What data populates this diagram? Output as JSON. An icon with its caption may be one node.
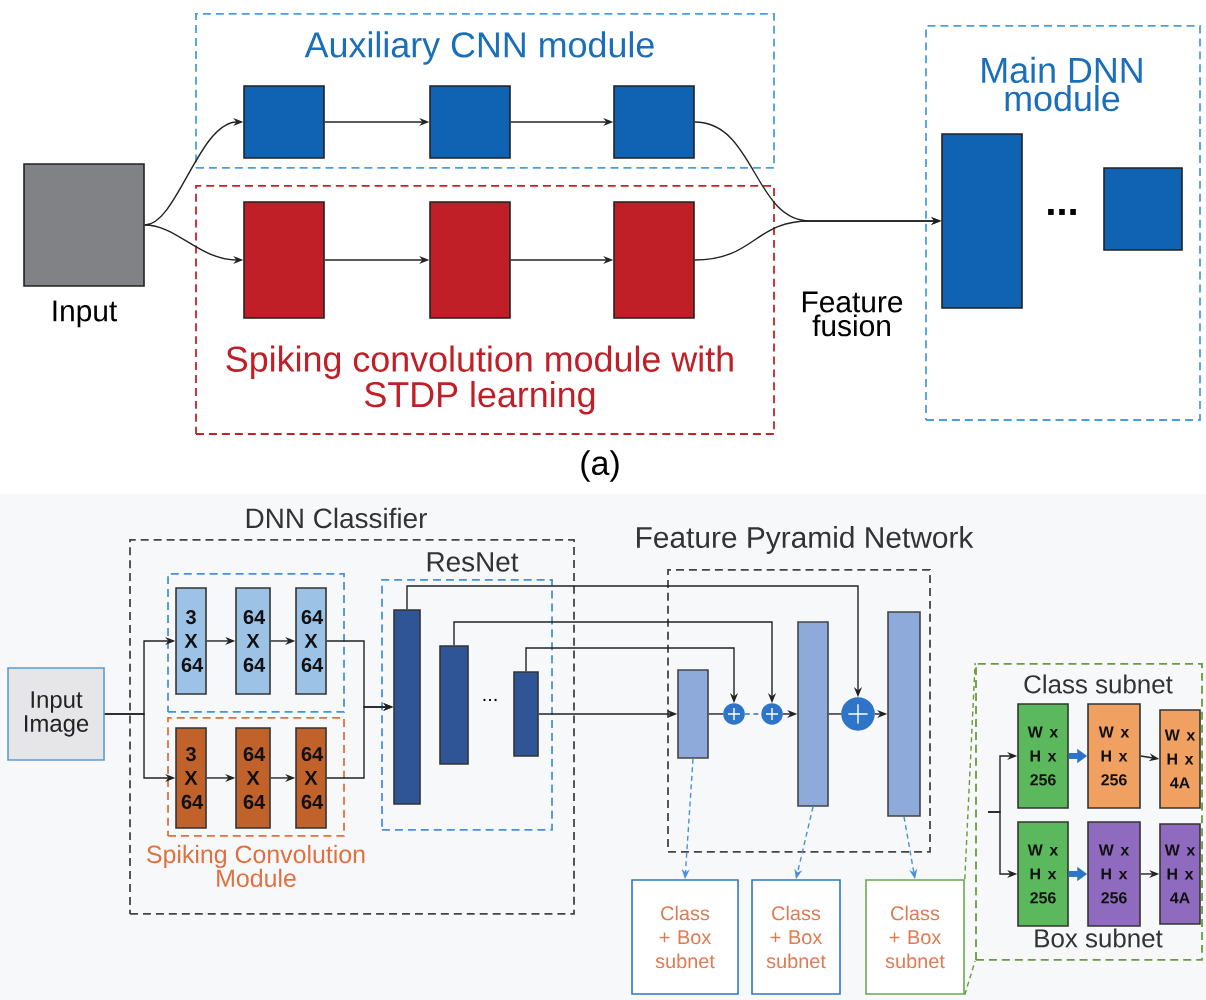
{
  "diagram": {
    "nodes": [
      {
        "text": [],
        "shape": "box",
        "beside": [
          "Input"
        ]
      },
      {
        "text": [
          "Auxiliary CNN module"
        ]
      },
      {
        "text": [],
        "shape": "box",
        "in": 1
      },
      {
        "text": [],
        "shape": "box",
        "in": 1
      },
      {
        "text": [],
        "shape": "box",
        "in": 1
      },
      {
        "text": [
          "Spiking convolution module with STDP learning"
        ]
      },
      {
        "text": [],
        "shape": "box",
        "in": 5
      },
      {
        "text": [],
        "shape": "box",
        "in": 5
      },
      {
        "text": [],
        "shape": "box",
        "in": 5
      },
      {
        "text": [
          "Main DNN module"
        ]
      },
      {
        "text": [],
        "shape": "box",
        "in": 9
      },
      {
        "text": [],
        "shape": "box",
        "in": 9
      },
      {
        "text": [
          "DNN Classifier"
        ]
      },
      {
        "text": [
          "Input Image"
        ]
      },
      {
        "text": [],
        "shape": "box",
        "in": 12
      },
      {
        "text": [
          "3 X 64"
        ],
        "in": 14
      },
      {
        "text": [
          "64 X 64"
        ],
        "in": 14
      },
      {
        "text": [
          "64 X 64"
        ],
        "in": 14
      },
      {
        "text": [
          "Spiking Convolution Module"
        ],
        "in": 12
      },
      {
        "text": [
          "3 X 64"
        ],
        "in": 18
      },
      {
        "text": [
          "64 X 64"
        ],
        "in": 18
      },
      {
        "text": [
          "64 X 64"
        ],
        "in": 18
      },
      {
        "text": [
          "ResNet"
        ],
        "in": 12
      },
      {
        "text": [],
        "shape": "bar",
        "in": 22
      },
      {
        "text": [],
        "shape": "bar",
        "in": 22
      },
      {
        "text": [],
        "shape": "bar",
        "in": 22
      },
      {
        "text": [
          "Feature Pyramid Network"
        ]
      },
      {
        "text": [],
        "shape": "bar",
        "in": 26
      },
      {
        "text": [],
        "shape": "circle",
        "in": 26
      },
      {
        "text": [],
        "shape": "circle",
        "in": 26
      },
      {
        "text": [],
        "shape": "bar",
        "in": 26
      },
      {
        "text": [],
        "shape": "circle",
        "in": 26
      },
      {
        "text": [],
        "shape": "bar",
        "in": 26
      },
      {
        "text": [
          "Class + Box subnet"
        ]
      },
      {
        "text": [
          "Class + Box subnet"
        ]
      },
      {
        "text": [
          "Class + Box subnet"
        ]
      },
      {
        "text": [
          "Class subnet",
          "Box subnet"
        ]
      },
      {
        "text": [
          "W x H x 256"
        ],
        "in": 36
      },
      {
        "text": [
          "W x H x 256"
        ],
        "in": 36
      },
      {
        "text": [
          "W x H x 4A"
        ],
        "in": 36
      },
      {
        "text": [
          "W x H x 256"
        ],
        "in": 36
      },
      {
        "text": [
          "W x H x 256"
        ],
        "in": 36
      },
      {
        "text": [
          "W x H x 4A"
        ],
        "in": 36
      }
    ],
    "edges": [
      {
        "from": 0,
        "to": 2,
        "arrow": "to"
      },
      {
        "from": 0,
        "to": 6,
        "arrow": "to"
      },
      {
        "from": 2,
        "to": 3,
        "arrow": "to"
      },
      {
        "from": 3,
        "to": 4,
        "arrow": "to"
      },
      {
        "from": 6,
        "to": 7,
        "arrow": "to"
      },
      {
        "from": 7,
        "to": 8,
        "arrow": "to"
      },
      {
        "from": 4,
        "to": 10,
        "arrow": "to"
      },
      {
        "from": 8,
        "to": 10,
        "arrow": "to"
      },
      {
        "from": 13,
        "to": 15,
        "arrow": "to"
      },
      {
        "from": 13,
        "to": 19,
        "arrow": "to"
      },
      {
        "from": 15,
        "to": 16,
        "arrow": "to"
      },
      {
        "from": 16,
        "to": 17,
        "arrow": "to"
      },
      {
        "from": 19,
        "to": 20,
        "arrow": "to"
      },
      {
        "from": 20,
        "to": 21,
        "arrow": "to"
      },
      {
        "from": 17,
        "to": 23,
        "arrow": "to"
      },
      {
        "from": 21,
        "to": 23,
        "arrow": "to"
      },
      {
        "from": 23,
        "to": 31,
        "arrow": "to"
      },
      {
        "from": 24,
        "to": 29,
        "arrow": "to"
      },
      {
        "from": 25,
        "to": 28,
        "arrow": "to"
      },
      {
        "from": 25,
        "to": 27,
        "arrow": "to"
      },
      {
        "from": 27,
        "to": 28,
        "arrow": "none"
      },
      {
        "from": 28,
        "to": 29,
        "arrow": "none",
        "style": "dashed",
        "color": "#2e75c9"
      },
      {
        "from": 29,
        "to": 30,
        "arrow": "to"
      },
      {
        "from": 30,
        "to": 31,
        "arrow": "none"
      },
      {
        "from": 31,
        "to": 32,
        "arrow": "to"
      },
      {
        "from": 27,
        "to": 33,
        "arrow": "to",
        "style": "dashed",
        "color": "#4a90d9"
      },
      {
        "from": 30,
        "to": 34,
        "arrow": "to",
        "style": "dashed",
        "color": "#4a90d9"
      },
      {
        "from": 32,
        "to": 35,
        "arrow": "to",
        "style": "dashed",
        "color": "#4a90d9"
      },
      {
        "from": null,
        "to": 37,
        "arrow": "to"
      },
      {
        "from": null,
        "to": 40,
        "arrow": "to"
      },
      {
        "from": 37,
        "to": 38,
        "arrow": "to",
        "style": "thick",
        "color": "#2e75c9"
      },
      {
        "from": 38,
        "to": 39,
        "arrow": "to"
      },
      {
        "from": 40,
        "to": 41,
        "arrow": "to",
        "style": "thick",
        "color": "#2e75c9"
      },
      {
        "from": 41,
        "to": 42,
        "arrow": "to"
      },
      {
        "from": 35,
        "to": 36,
        "arrow": "none",
        "style": "dashed",
        "color": "#6a9a3a"
      },
      {
        "from": 35,
        "to": 36,
        "arrow": "none",
        "style": "dashed",
        "color": "#6a9a3a"
      }
    ],
    "labels": [
      "...",
      "Feature fusion",
      "(a)",
      "..."
    ]
  }
}
